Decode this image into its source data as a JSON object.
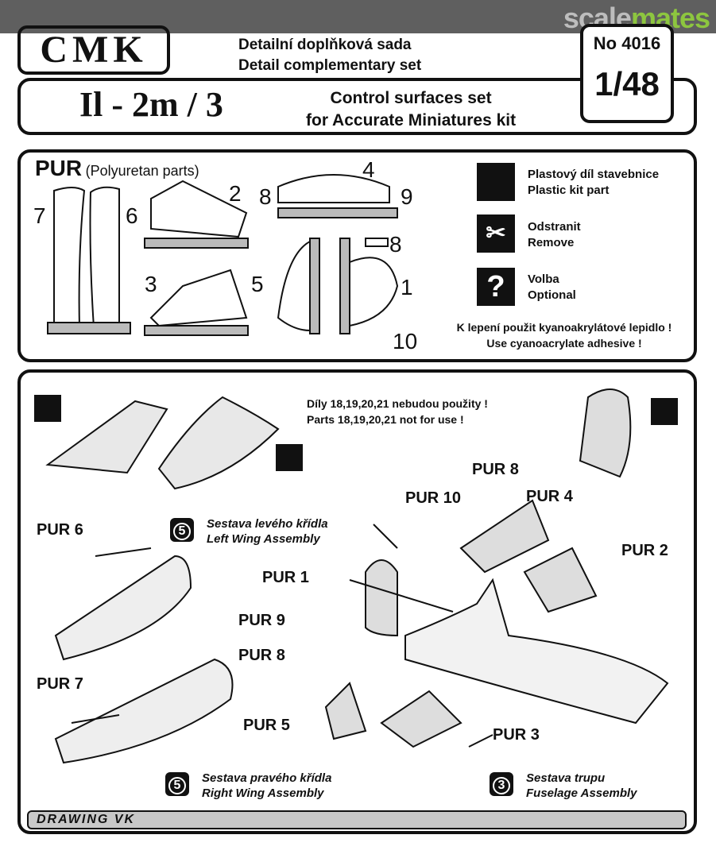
{
  "watermark": {
    "part1": "scale",
    "part2": "mates"
  },
  "header": {
    "logo": "CMK",
    "line_cz": "Detailní doplňková sada",
    "line_en": "Detail complementary set",
    "number": "No 4016",
    "scale": "1/48",
    "title": "Il - 2m / 3",
    "subtitle1": "Control surfaces set",
    "subtitle2": "for Accurate Miniatures kit"
  },
  "parts": {
    "heading": "PUR",
    "heading_note": "(Polyuretan parts)",
    "numbers": [
      "7",
      "6",
      "2",
      "8",
      "4",
      "9",
      "3",
      "5",
      "8",
      "1",
      "10"
    ]
  },
  "legend": [
    {
      "icon": "plastic-part-icon",
      "glyph": "",
      "cz": "Plastový díl stavebnice",
      "en": "Plastic kit part"
    },
    {
      "icon": "remove-knife-icon",
      "glyph": "✂",
      "cz": "Odstranit",
      "en": "Remove"
    },
    {
      "icon": "question-icon",
      "glyph": "?",
      "cz": "Volba",
      "en": "Optional"
    }
  ],
  "adhesive": {
    "cz": "K lepení použit kyanoakrylátové lepidlo !",
    "en": "Use cyanoacrylate adhesive !"
  },
  "assembly": {
    "note_cz": "Díly 18,19,20,21 nebudou použity !",
    "note_en": "Parts 18,19,20,21 not for use !",
    "labels": [
      "PUR 8",
      "PUR 10",
      "PUR 4",
      "PUR 2",
      "PUR 6",
      "PUR 1",
      "PUR 9",
      "PUR 8",
      "PUR 7",
      "PUR 5",
      "PUR 3"
    ],
    "steps": [
      {
        "num": "5",
        "cz": "Sestava levého křídla",
        "en": "Left Wing Assembly"
      },
      {
        "num": "5",
        "cz": "Sestava pravého křídla",
        "en": "Right Wing Assembly"
      },
      {
        "num": "3",
        "cz": "Sestava trupu",
        "en": "Fuselage Assembly"
      }
    ]
  },
  "footer": "DRAWING VK"
}
